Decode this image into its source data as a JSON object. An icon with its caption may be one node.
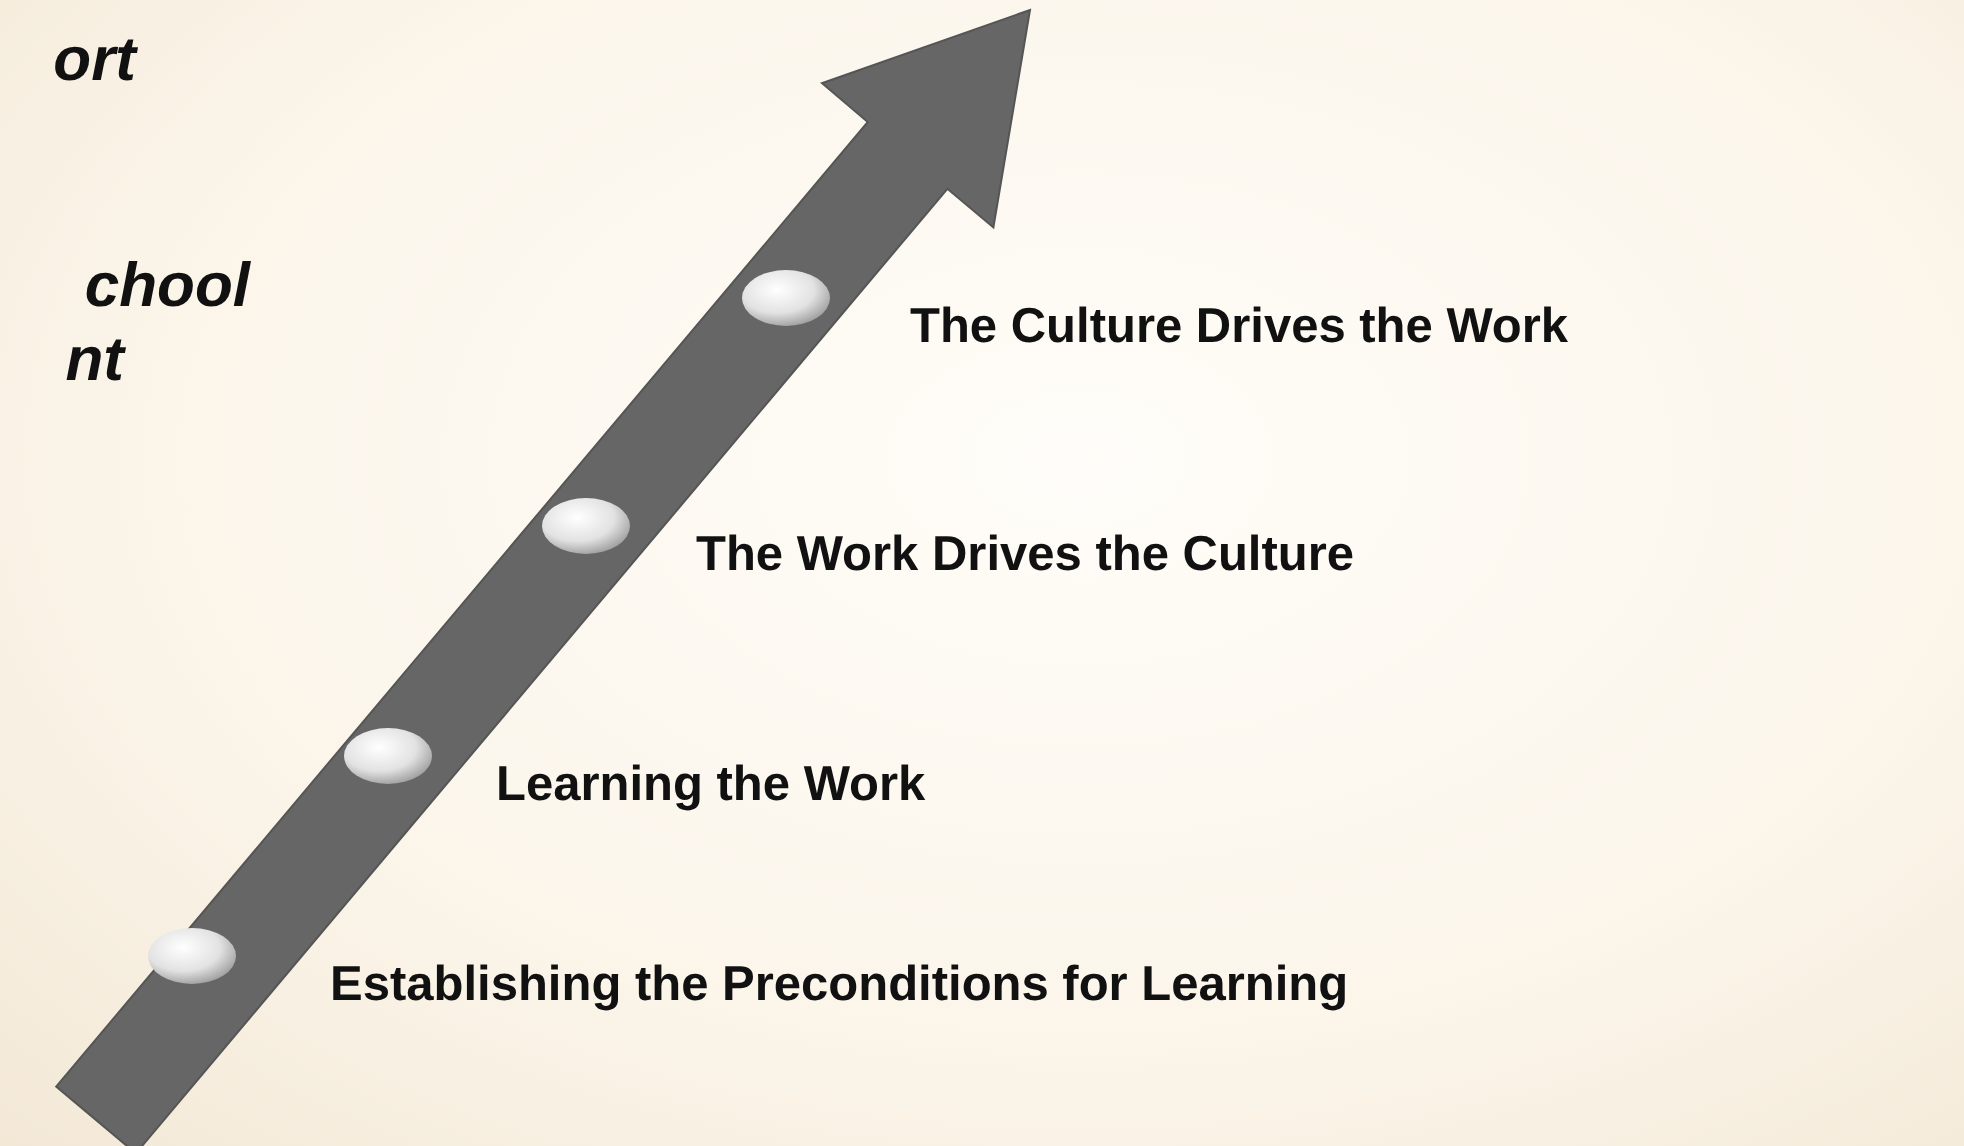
{
  "diagram": {
    "nodes": [
      {
        "text": [],
        "shape": "circle",
        "beside": [
          "The Culture Drives the Work"
        ]
      },
      {
        "text": [],
        "shape": "circle",
        "beside": [
          "The Work Drives the Culture"
        ]
      },
      {
        "text": [],
        "shape": "circle",
        "beside": [
          "Learning the Work"
        ]
      },
      {
        "text": [],
        "shape": "circle",
        "beside": [
          "Establishing the Preconditions for Learning"
        ]
      }
    ],
    "labels": [
      "ort",
      "chool",
      "nt"
    ]
  }
}
